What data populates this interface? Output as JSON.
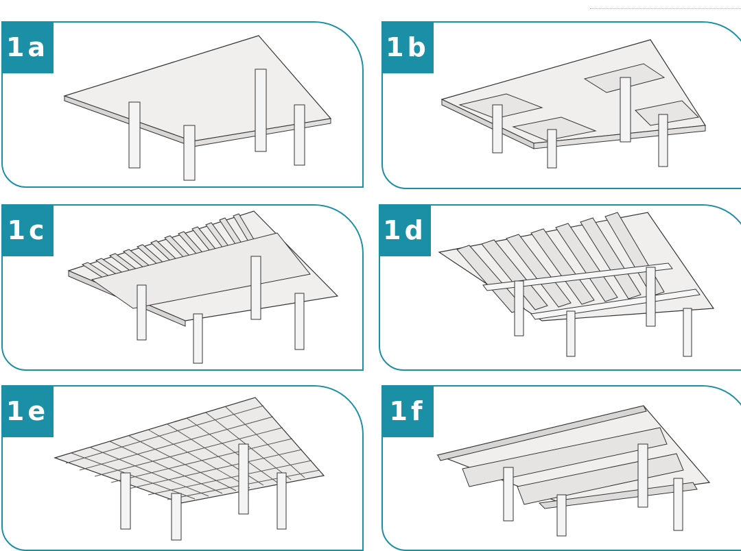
{
  "panels": [
    {
      "label": "1a",
      "variant": "flat-plate"
    },
    {
      "label": "1b",
      "variant": "flat-slab-drop-panels"
    },
    {
      "label": "1c",
      "variant": "one-way-joist-slab"
    },
    {
      "label": "1d",
      "variant": "wide-module-joist"
    },
    {
      "label": "1e",
      "variant": "waffle-slab"
    },
    {
      "label": "1f",
      "variant": "one-way-slab-on-beams"
    }
  ],
  "colors": {
    "accent": "#1b8fa6",
    "slab": "#f0efee",
    "edge": "#d8d6d4",
    "line": "#333333"
  }
}
